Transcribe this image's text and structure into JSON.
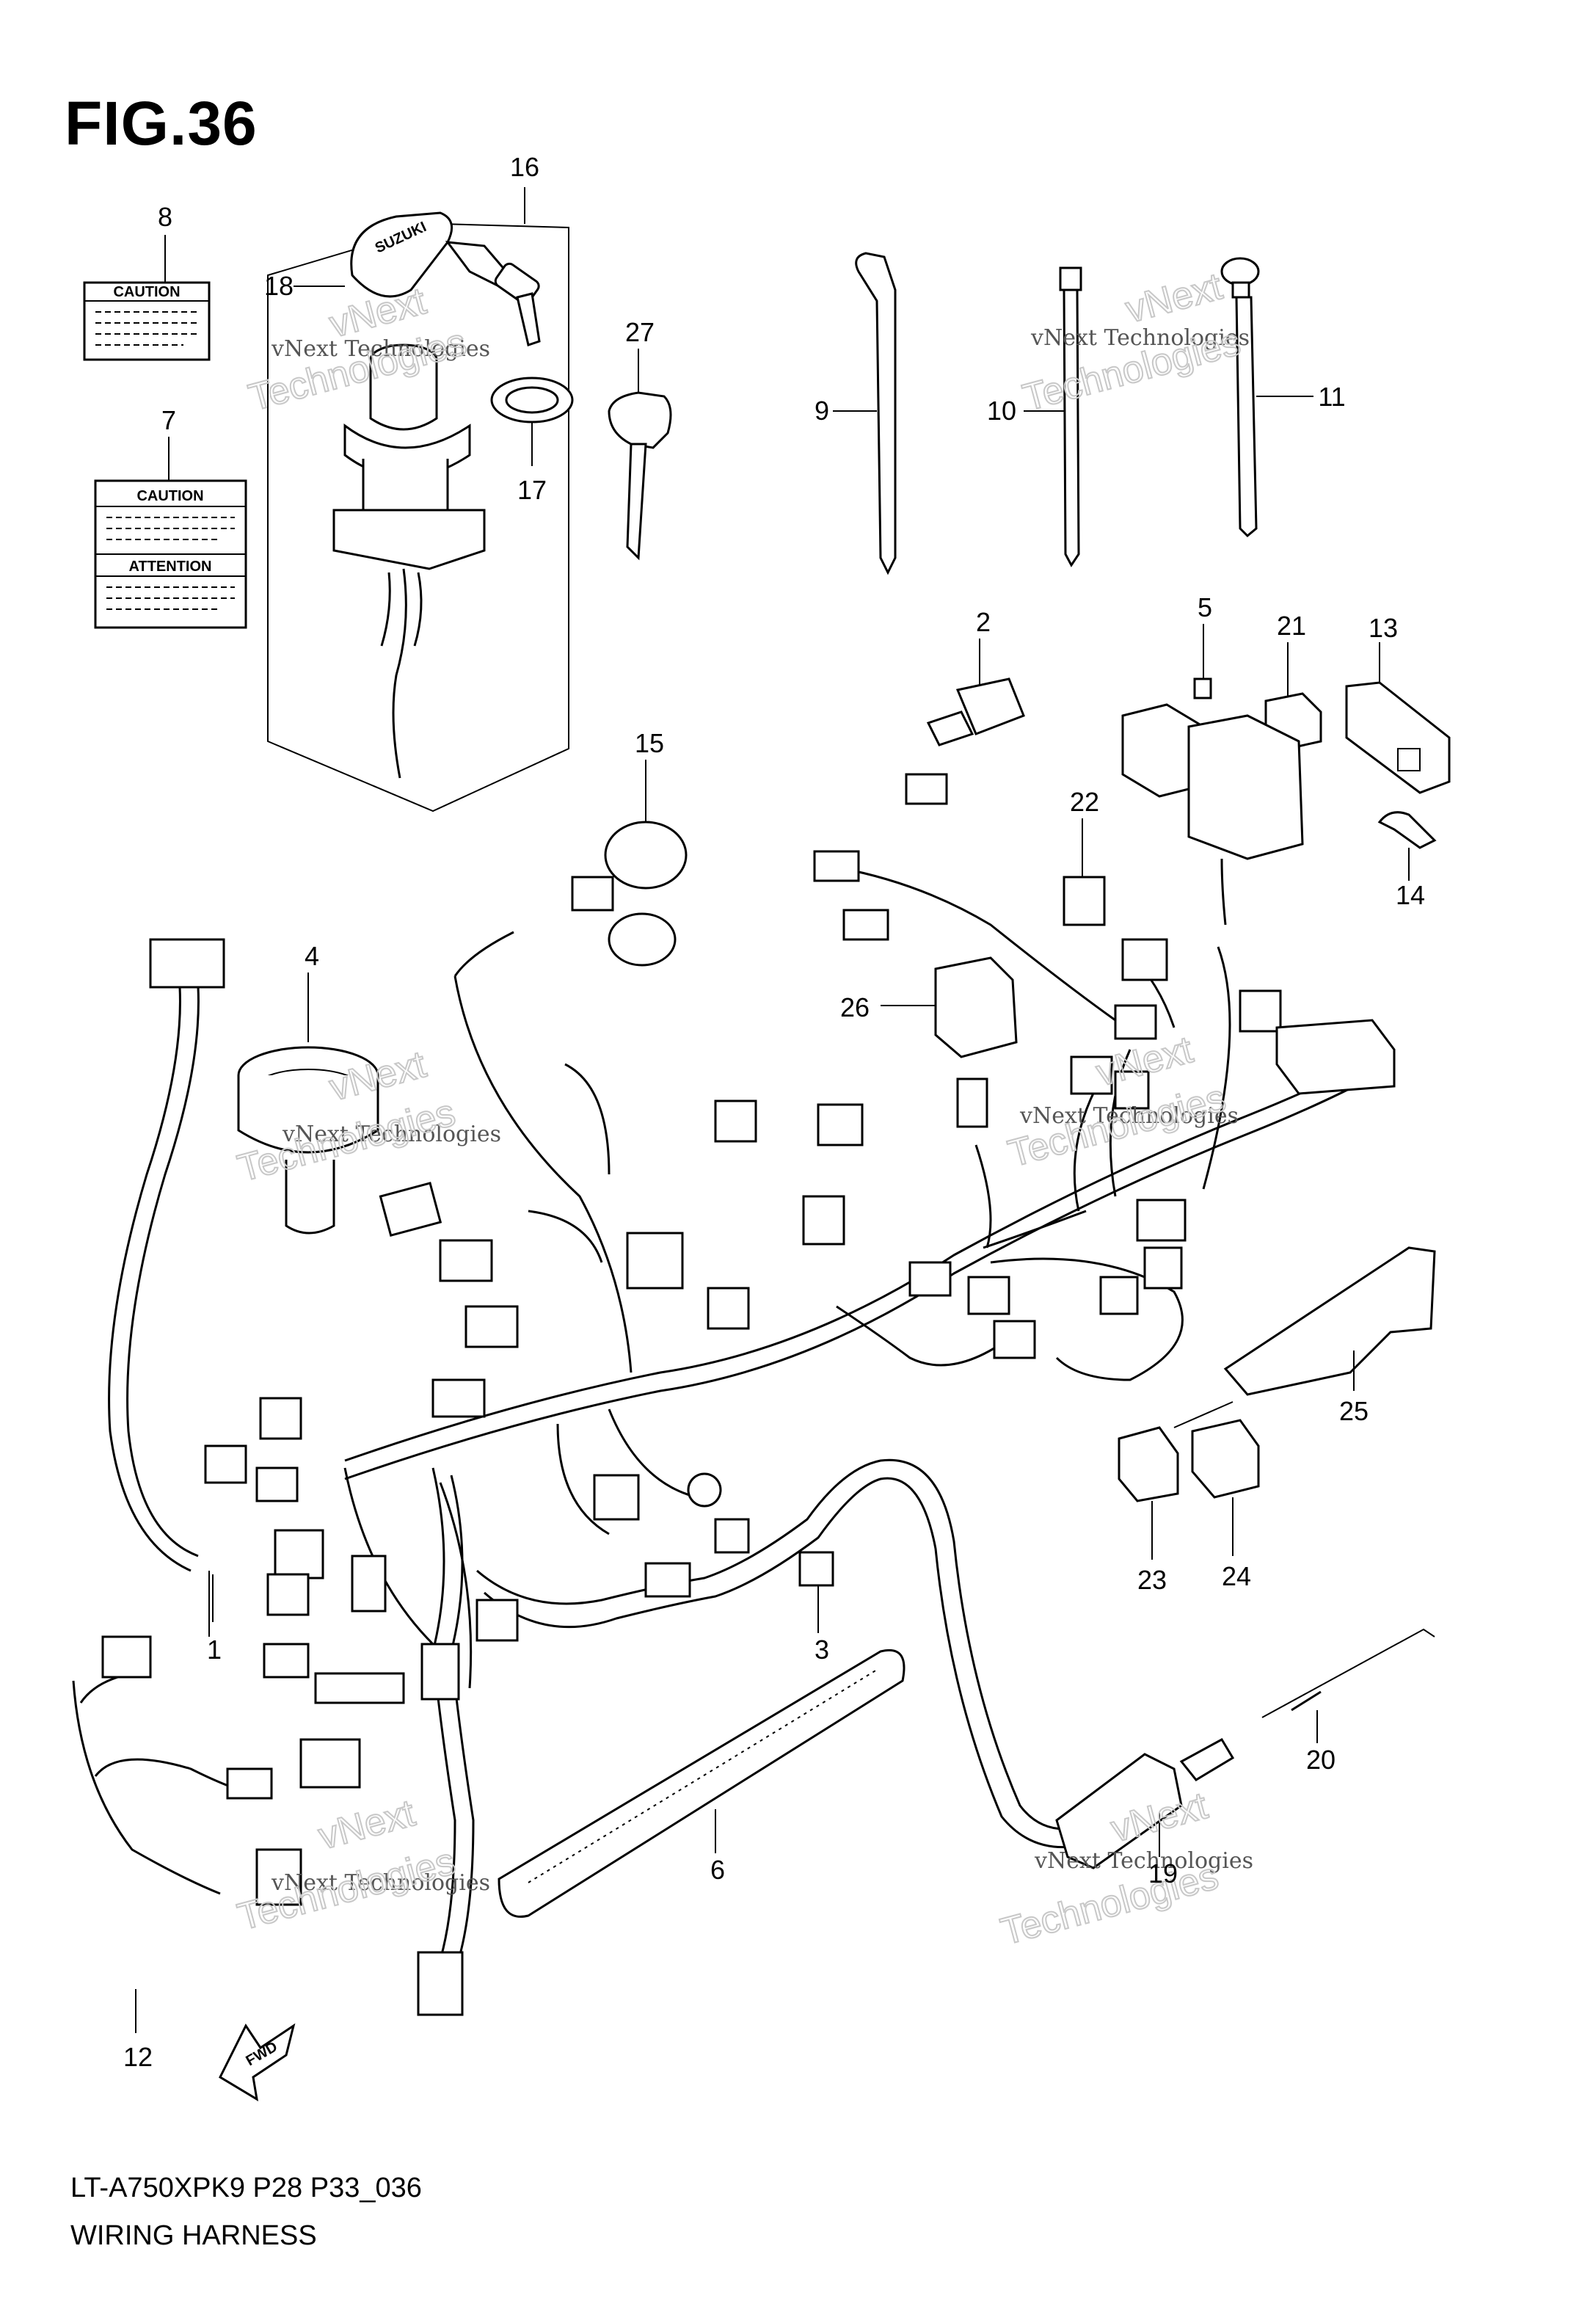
{
  "figure_title": "FIG.36",
  "footer": {
    "model_code": "LT-A750XPK9 P28 P33_036",
    "section_name": "WIRING HARNESS"
  },
  "labels": {
    "caution": "CAUTION",
    "attention": "ATTENTION",
    "key_brand": "SUZUKI",
    "fwd": "FWD"
  },
  "watermark": {
    "line1": "vNext Technologies",
    "line2": "vNext",
    "line3": "Technologies"
  },
  "callouts": [
    {
      "id": "1",
      "text": "1"
    },
    {
      "id": "2",
      "text": "2"
    },
    {
      "id": "3",
      "text": "3"
    },
    {
      "id": "4",
      "text": "4"
    },
    {
      "id": "5",
      "text": "5"
    },
    {
      "id": "6",
      "text": "6"
    },
    {
      "id": "7",
      "text": "7"
    },
    {
      "id": "8",
      "text": "8"
    },
    {
      "id": "9",
      "text": "9"
    },
    {
      "id": "10",
      "text": "10"
    },
    {
      "id": "11",
      "text": "11"
    },
    {
      "id": "12",
      "text": "12"
    },
    {
      "id": "13",
      "text": "13"
    },
    {
      "id": "14",
      "text": "14"
    },
    {
      "id": "15",
      "text": "15"
    },
    {
      "id": "16",
      "text": "16"
    },
    {
      "id": "17",
      "text": "17"
    },
    {
      "id": "18",
      "text": "18"
    },
    {
      "id": "19",
      "text": "19"
    },
    {
      "id": "20",
      "text": "20"
    },
    {
      "id": "21",
      "text": "21"
    },
    {
      "id": "22",
      "text": "22"
    },
    {
      "id": "23",
      "text": "23"
    },
    {
      "id": "24",
      "text": "24"
    },
    {
      "id": "25",
      "text": "25"
    },
    {
      "id": "26",
      "text": "26"
    },
    {
      "id": "27",
      "text": "27"
    }
  ]
}
